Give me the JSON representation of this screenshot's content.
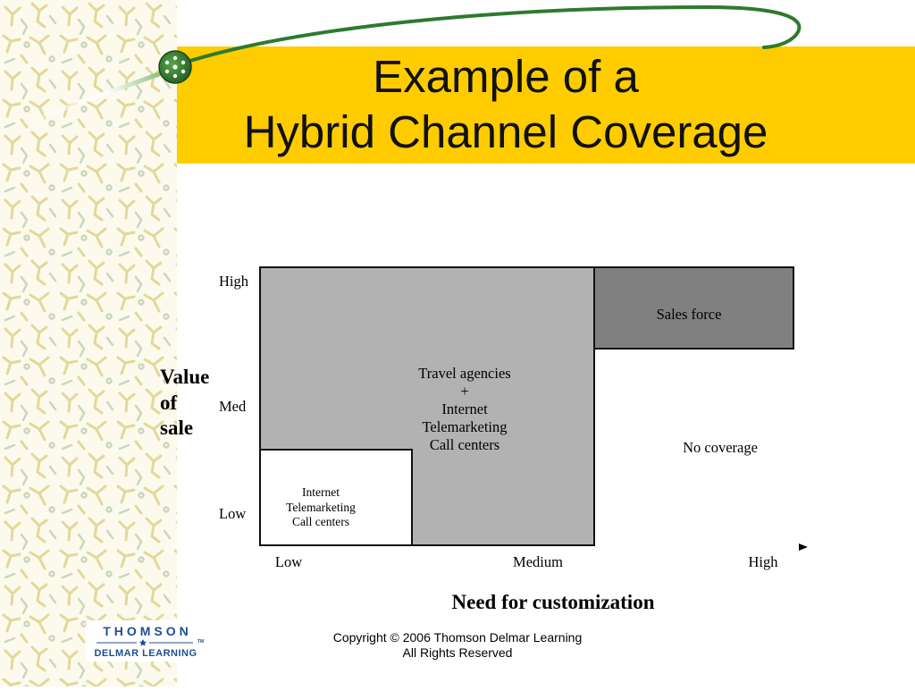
{
  "slide": {
    "title": [
      "Example of a",
      "Hybrid Channel Coverage"
    ],
    "copyright": [
      "Copyright © 2006 Thomson Delmar Learning",
      "All Rights Reserved"
    ]
  },
  "logo": {
    "name": "THOMSON",
    "subtitle": "DELMAR LEARNING",
    "trademark": "TM"
  },
  "diagram": {
    "y_axis_title": [
      "Value",
      "of",
      "sale"
    ],
    "y_ticks": [
      "High",
      "Med",
      "Low"
    ],
    "x_ticks": [
      "Low",
      "Medium",
      "High"
    ],
    "x_axis_title": "Need for customization",
    "regions": {
      "main": [
        "Travel agencies",
        "+",
        "Internet",
        "Telemarketing",
        "Call centers"
      ],
      "sales": [
        "Sales force"
      ],
      "low": [
        "Internet",
        "Telemarketing",
        "Call centers"
      ],
      "uncovered": [
        "No coverage"
      ]
    }
  },
  "icons": {
    "badge": "globe-badge-icon",
    "axis_arrow": "arrow-right-icon",
    "logo_star": "star-icon"
  },
  "theme": {
    "band": "#ffcc00",
    "swoosh": "#2e7a2e",
    "region_main": "#b2b2b2",
    "region_sales": "#808080",
    "region_low": "#ffffff",
    "logo_blue": "#1d4f91"
  }
}
